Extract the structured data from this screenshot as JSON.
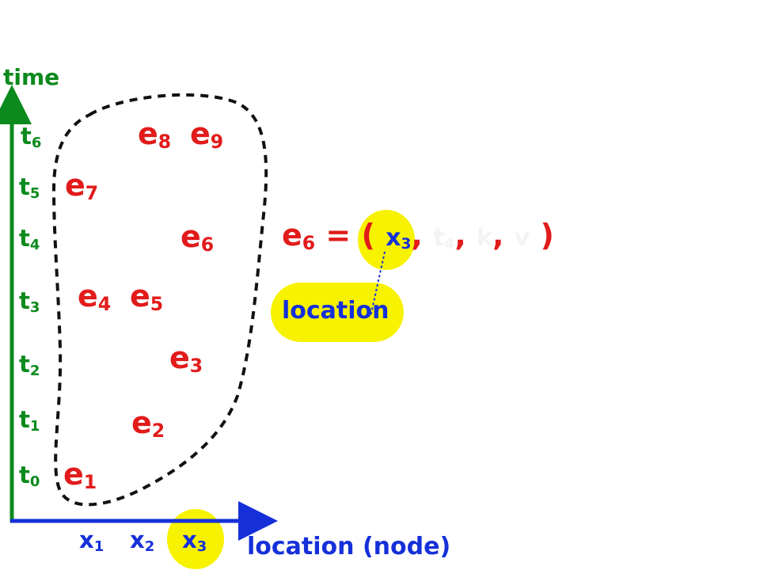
{
  "axes": {
    "y_label": "time",
    "x_label": "location (node)"
  },
  "time_ticks": [
    {
      "base": "t",
      "sub": "6"
    },
    {
      "base": "t",
      "sub": "5"
    },
    {
      "base": "t",
      "sub": "4"
    },
    {
      "base": "t",
      "sub": "3"
    },
    {
      "base": "t",
      "sub": "2"
    },
    {
      "base": "t",
      "sub": "1"
    },
    {
      "base": "t",
      "sub": "0"
    }
  ],
  "location_ticks": [
    {
      "base": "x",
      "sub": "1"
    },
    {
      "base": "x",
      "sub": "2"
    },
    {
      "base": "x",
      "sub": "3"
    }
  ],
  "events": [
    {
      "base": "e",
      "sub": "1"
    },
    {
      "base": "e",
      "sub": "2"
    },
    {
      "base": "e",
      "sub": "3"
    },
    {
      "base": "e",
      "sub": "4"
    },
    {
      "base": "e",
      "sub": "5"
    },
    {
      "base": "e",
      "sub": "6"
    },
    {
      "base": "e",
      "sub": "7"
    },
    {
      "base": "e",
      "sub": "8"
    },
    {
      "base": "e",
      "sub": "9"
    }
  ],
  "formula": {
    "lhs_base": "e",
    "lhs_sub": "6",
    "equals": "=",
    "open_paren": "(",
    "location_base": "x",
    "location_sub": "3",
    "comma": ",",
    "time_base": "t",
    "time_sub": "4",
    "k": "k",
    "v": "v",
    "close_paren": ")"
  },
  "callout": {
    "label": "location"
  },
  "colors": {
    "time_axis": "#0c8a1d",
    "location_axis": "#1530d9",
    "event_text": "#e21b1b",
    "highlight": "#f7f200",
    "boundary": "#111111"
  }
}
